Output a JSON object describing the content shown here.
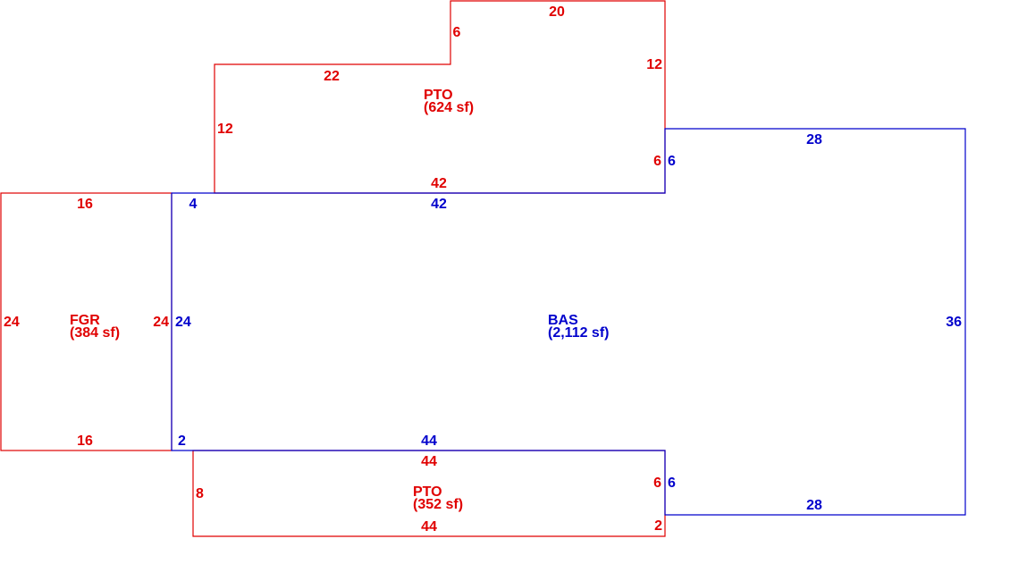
{
  "colors": {
    "base_area": "#0000cc",
    "other_area": "#e00000",
    "background": "#ffffff"
  },
  "areas": {
    "bas": {
      "code": "BAS",
      "size": "(2,112 sf)",
      "dims": {
        "top_left_offset": "4",
        "top": "42",
        "right_jog_top": "6",
        "top_right": "28",
        "right": "36",
        "bottom_right": "28",
        "right_jog_bottom": "6",
        "bottom": "44",
        "bottom_left_offset": "2",
        "left": "24"
      }
    },
    "pto_top": {
      "code": "PTO",
      "size": "(624 sf)",
      "dims": {
        "top": "20",
        "jog_left": "6",
        "right": "12",
        "top_left": "22",
        "left": "12",
        "jog_right": "6",
        "bottom": "42"
      }
    },
    "fgr": {
      "code": "FGR",
      "size": "(384 sf)",
      "dims": {
        "top": "16",
        "left": "24",
        "right": "24",
        "bottom": "16"
      }
    },
    "pto_bottom": {
      "code": "PTO",
      "size": "(352 sf)",
      "dims": {
        "top": "44",
        "left": "8",
        "right": "6",
        "corner": "2",
        "bottom": "44"
      }
    }
  }
}
